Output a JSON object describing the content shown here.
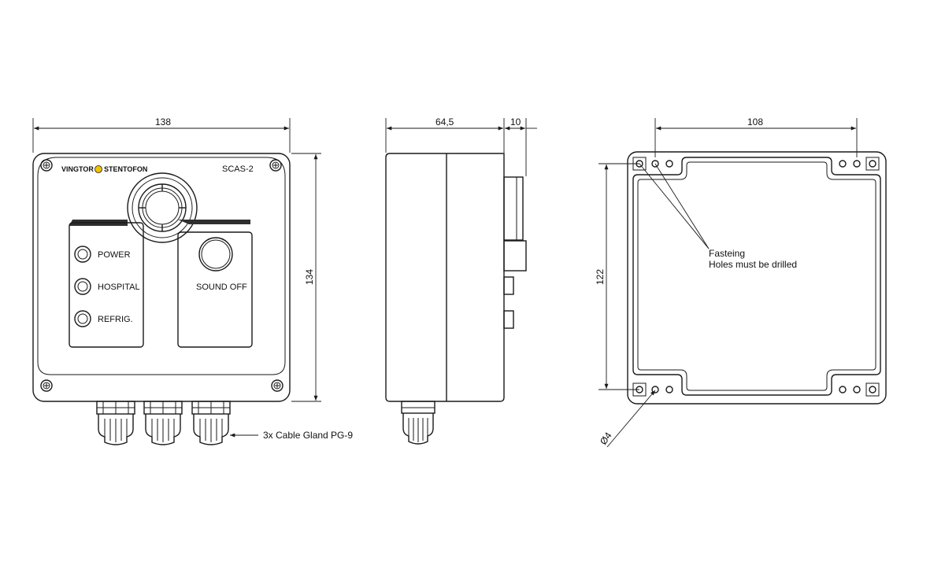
{
  "dimensions": {
    "front_width": "138",
    "front_height": "134",
    "side_depth": "64,5",
    "side_extra": "10",
    "back_width": "108",
    "back_height": "122",
    "hole_diameter": "Ø4"
  },
  "front_panel": {
    "brand_left": "VINGTOR",
    "brand_right": "STENTOFON",
    "model": "SCAS-2",
    "indicators": [
      "POWER",
      "HOSPITAL",
      "REFRIG."
    ],
    "button_label": "SOUND OFF"
  },
  "annotations": {
    "cable_gland": "3x Cable Gland PG-9",
    "fastening_line1": "Fasteing",
    "fastening_line2": "Holes must be drilled"
  },
  "colors": {
    "line": "#1a1a1a",
    "panel_fill": "#2f2f2f",
    "logo_accent": "#f2c300"
  }
}
